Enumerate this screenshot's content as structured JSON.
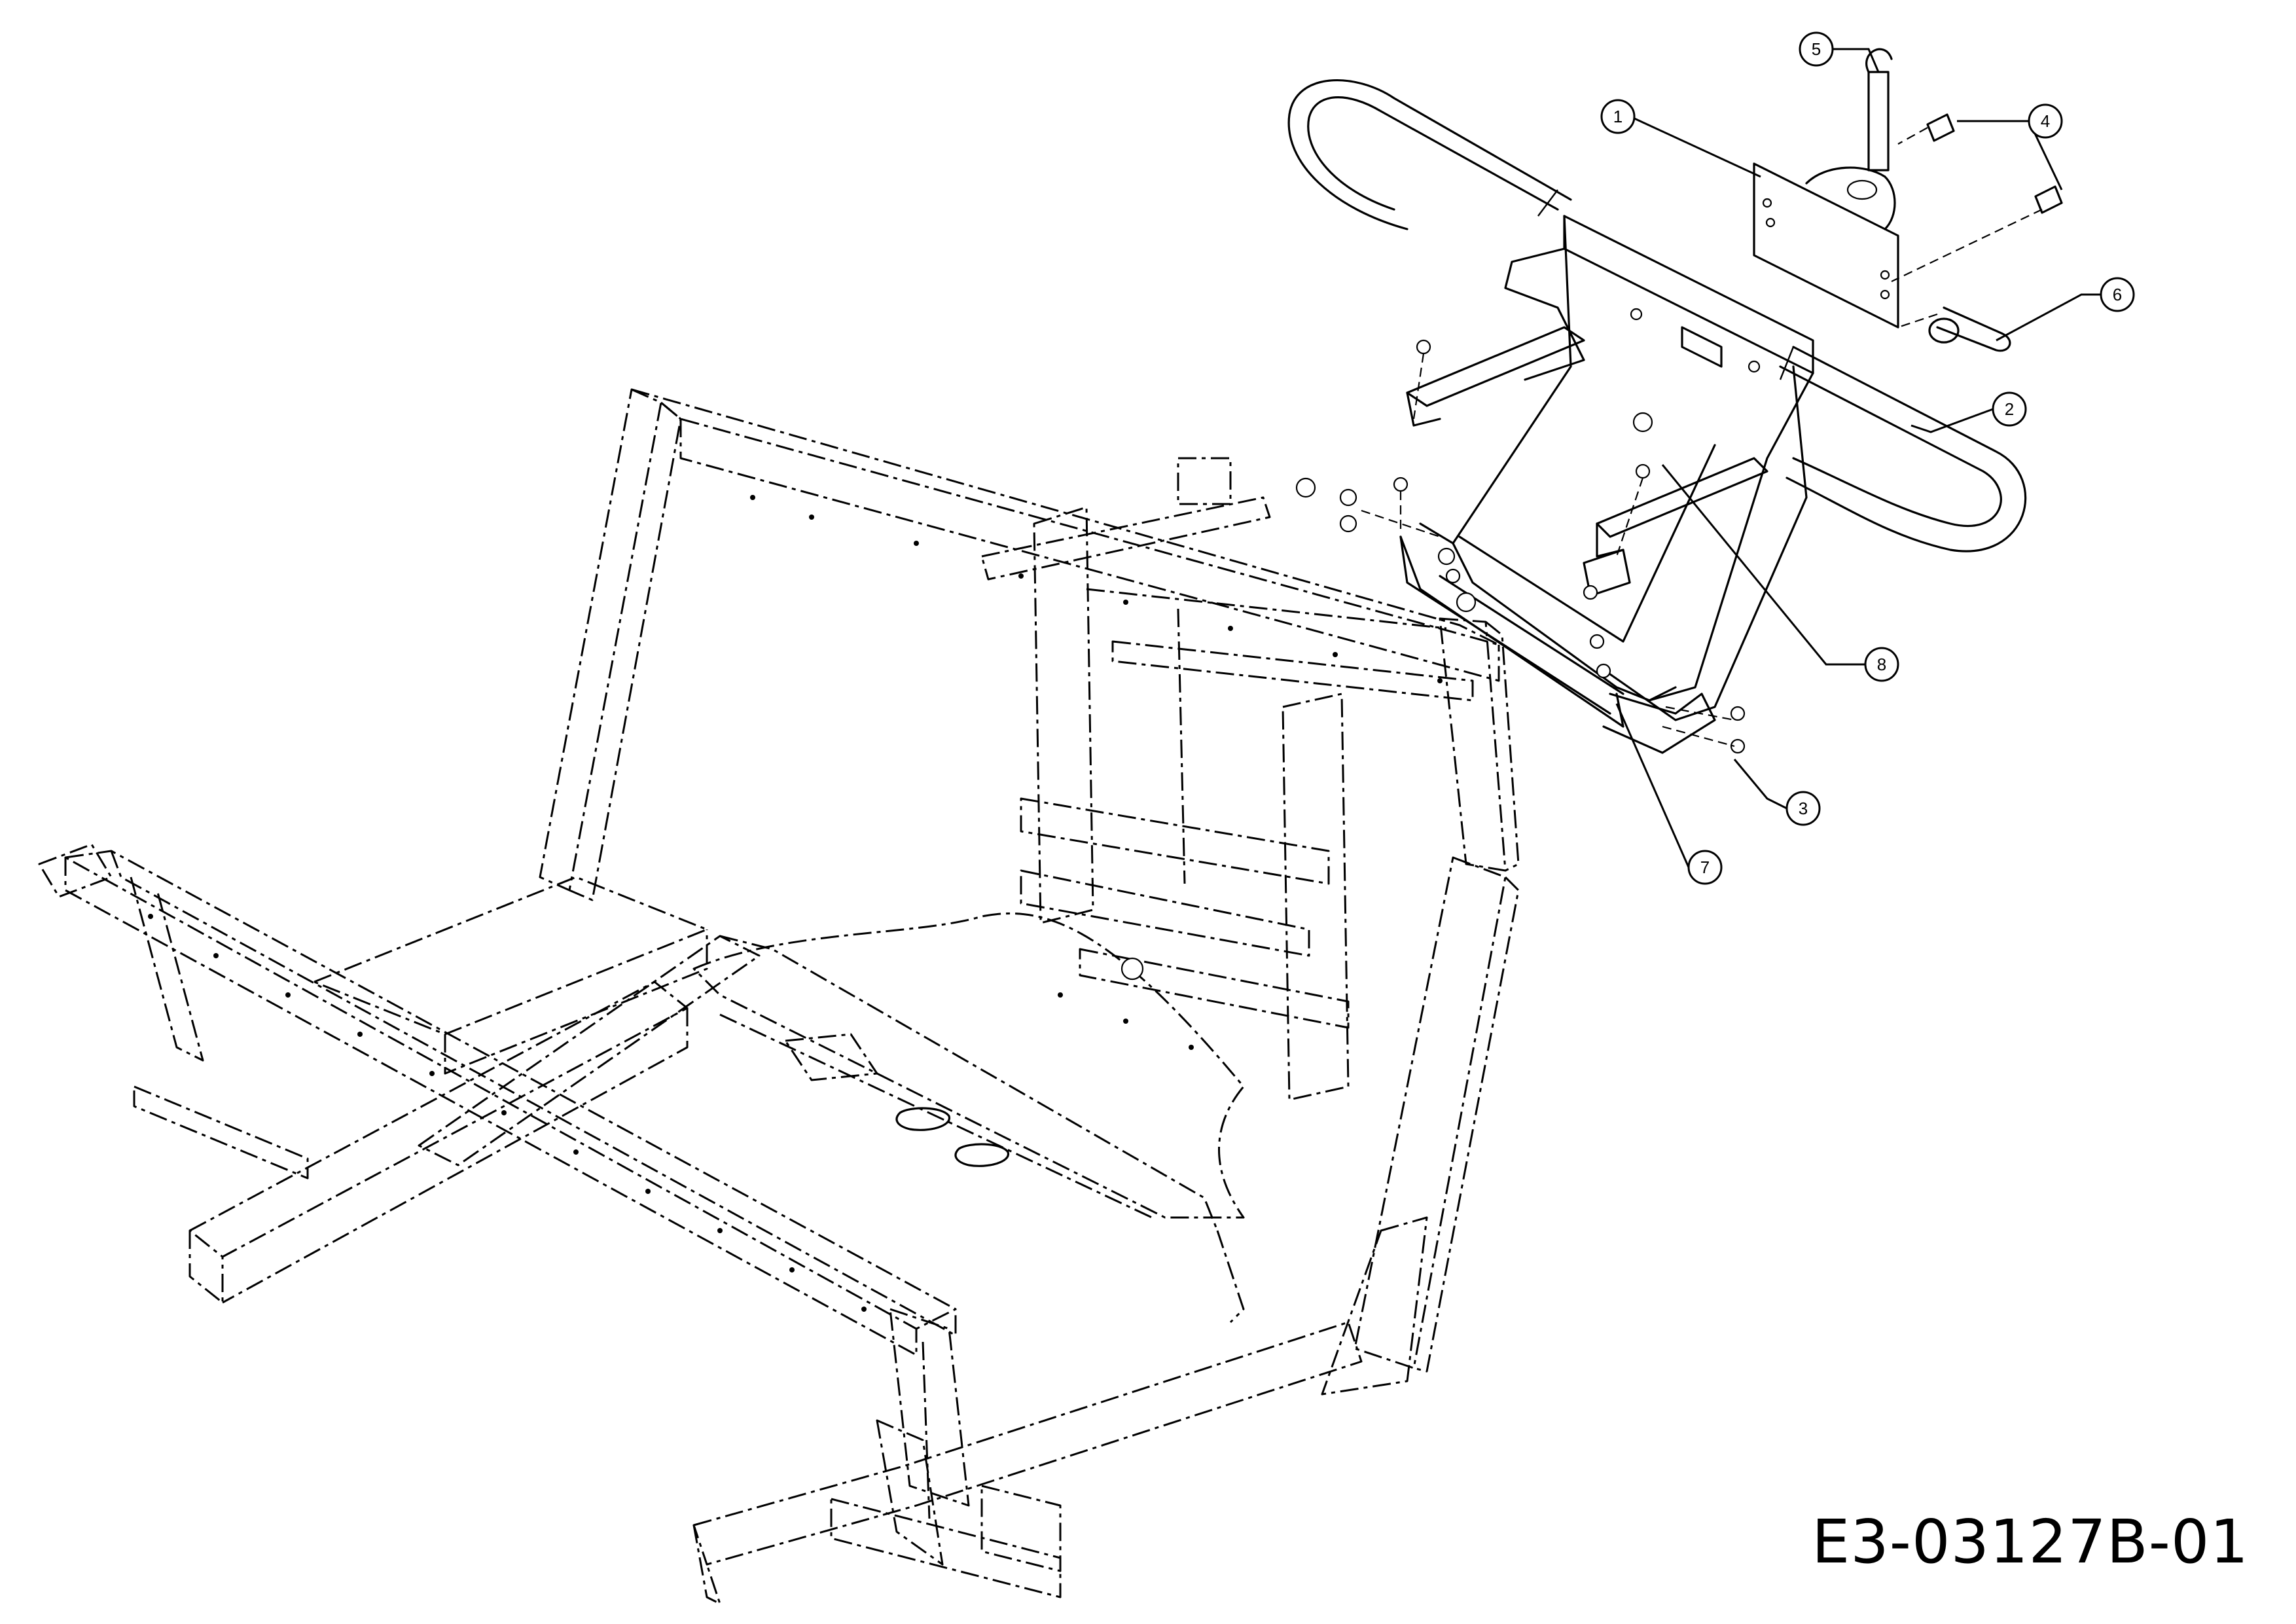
{
  "drawing_number": "E3-03127B-01",
  "callouts": [
    "1",
    "2",
    "3",
    "4",
    "5",
    "6",
    "7",
    "8"
  ]
}
